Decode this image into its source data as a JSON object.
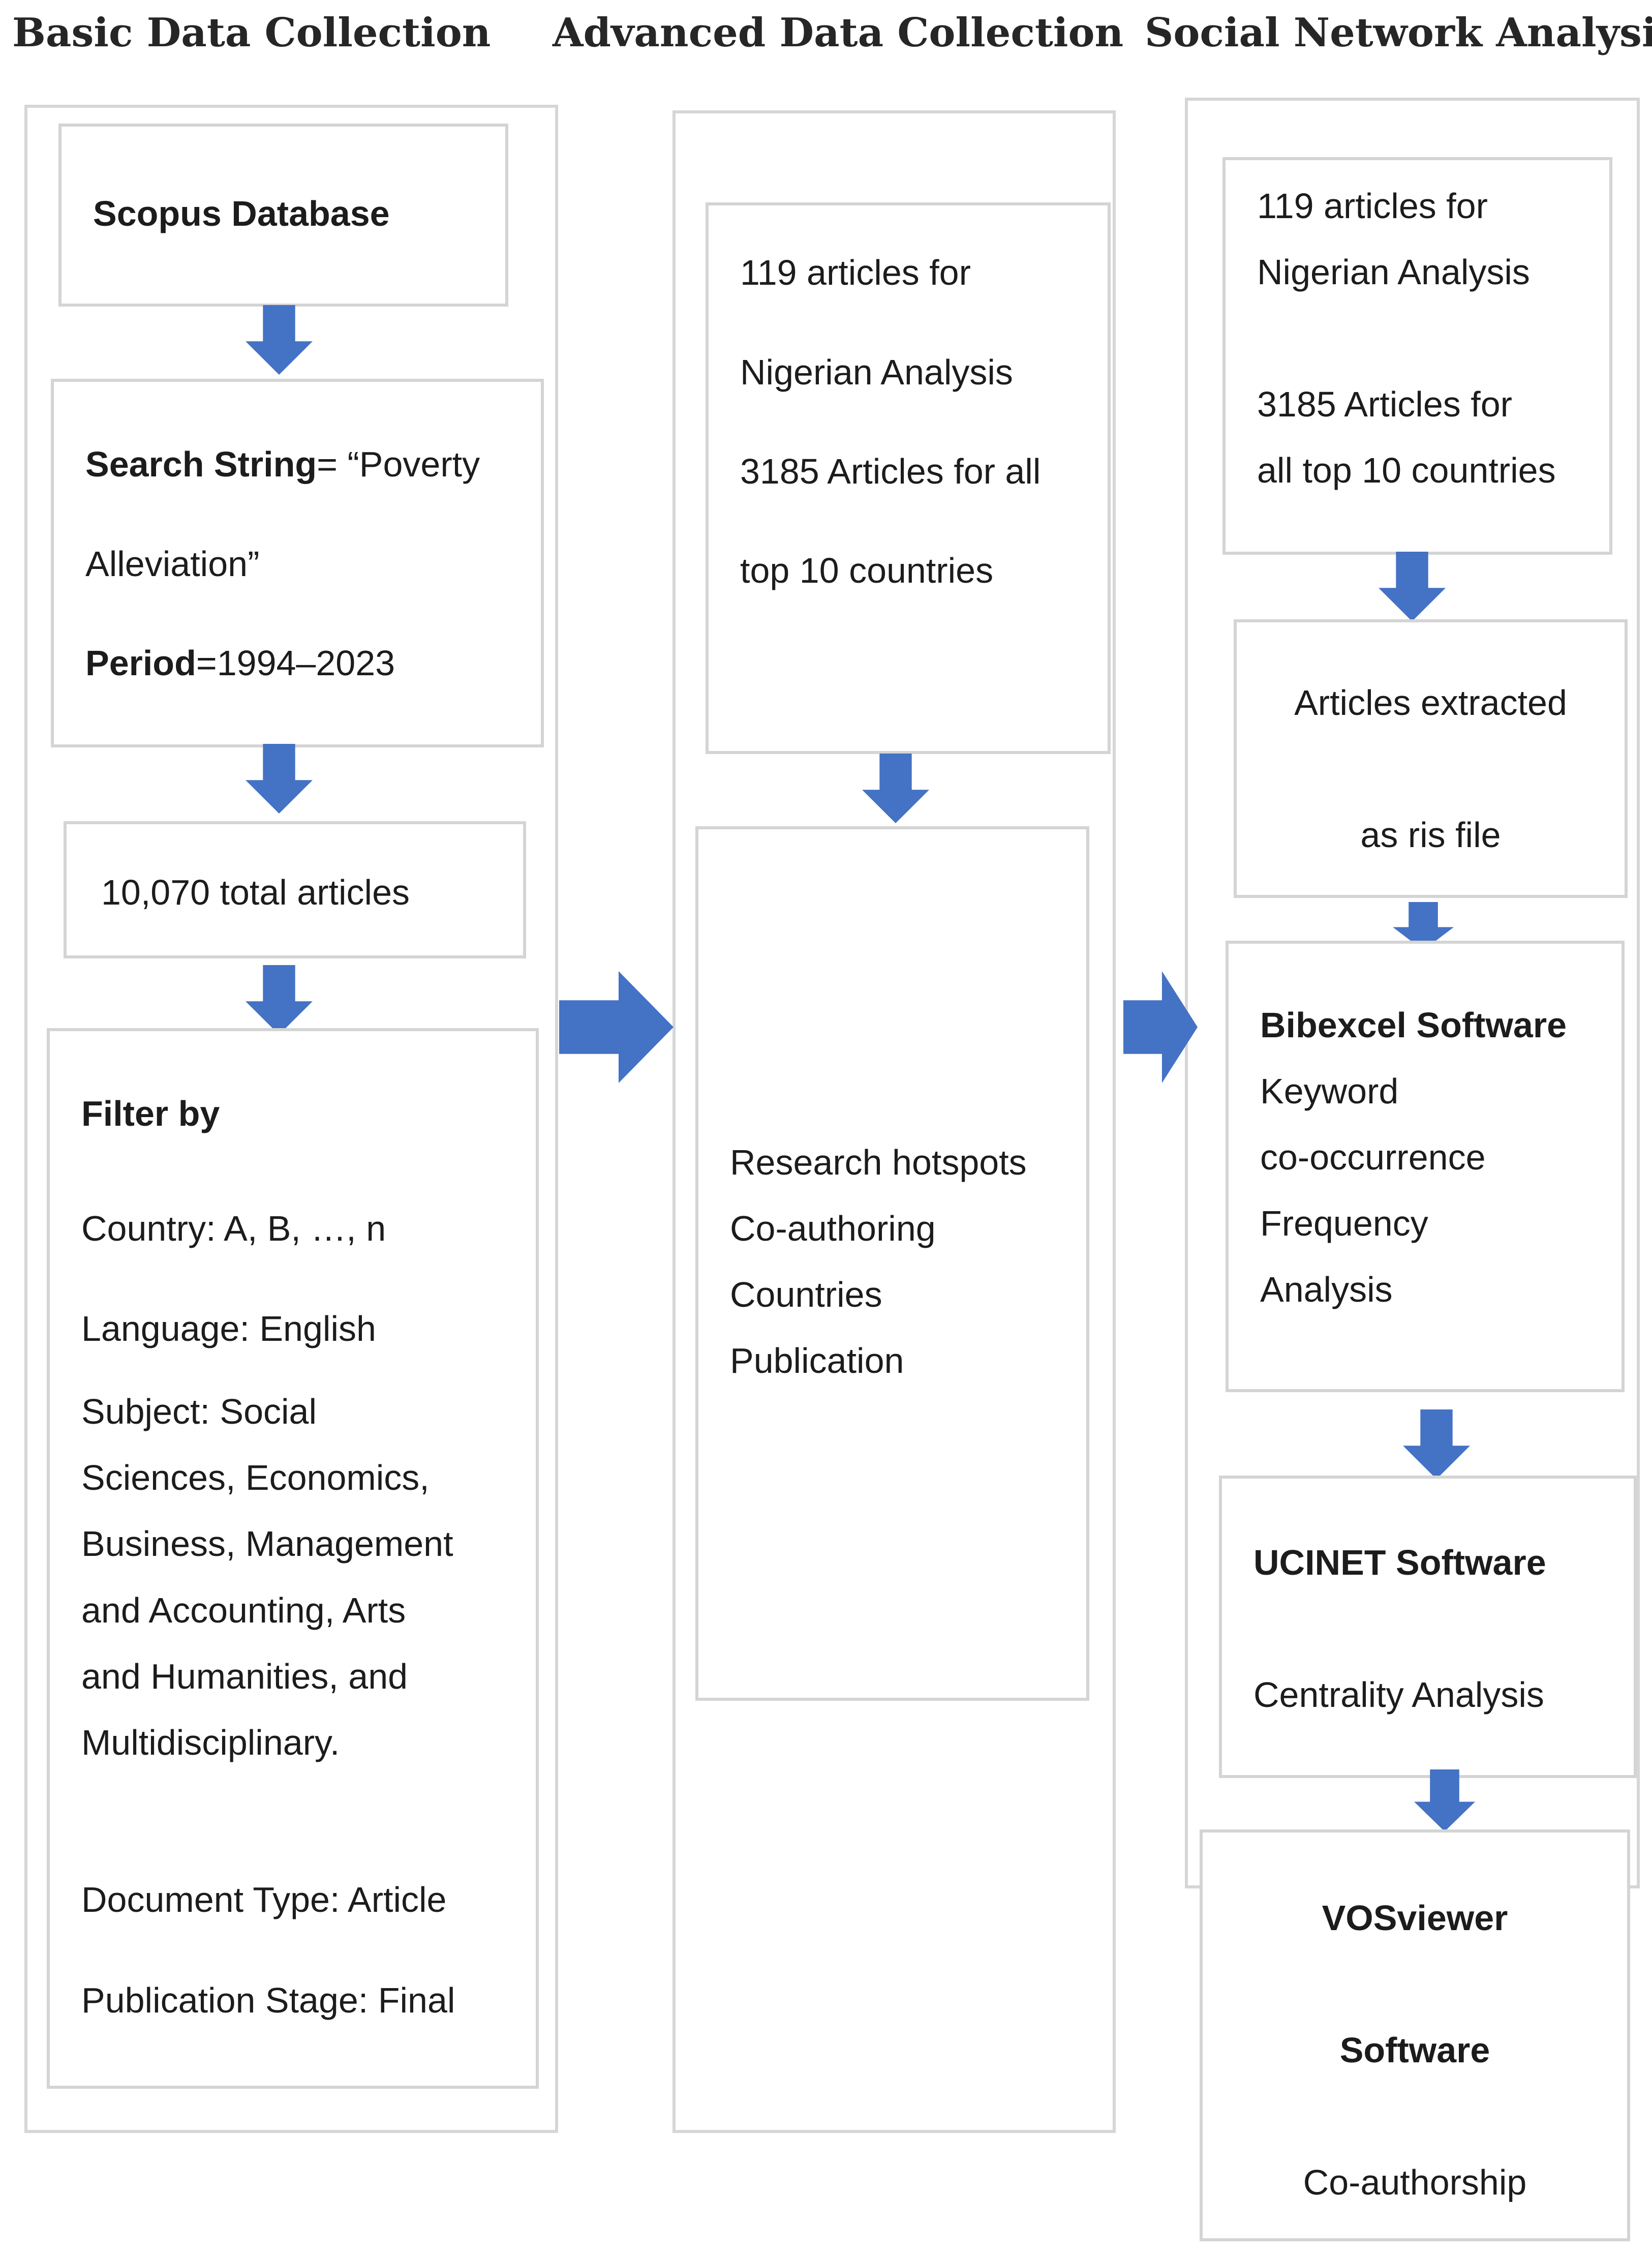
{
  "columns": {
    "basic": {
      "title": "Basic Data Collection"
    },
    "advanced": {
      "title": "Advanced Data Collection"
    },
    "sna": {
      "title": "Social Network Analysis"
    }
  },
  "basic": {
    "scopus": "Scopus Database",
    "search_label": "Search String",
    "search_value": "= “Poverty",
    "search_value_2": "Alleviation”",
    "period_label": "Period",
    "period_value": "=1994–2023",
    "total": "10,070 total articles",
    "filter_title": "Filter by",
    "country": "Country: A, B, …, n",
    "language": "Language: English",
    "subject_lines": [
      "Subject: Social",
      "Sciences, Economics,",
      "Business, Management",
      "and Accounting, Arts",
      "and Humanities, and",
      "Multidisciplinary."
    ],
    "doc_type": "Document Type: Article",
    "pub_stage": "Publication Stage: Final"
  },
  "advanced": {
    "counts_lines": [
      "119 articles for",
      "Nigerian Analysis",
      "3185 Articles for all",
      "top 10 countries"
    ],
    "outputs": [
      "Research hotspots",
      "Co-authoring",
      "Countries",
      "Publication"
    ]
  },
  "sna": {
    "counts_lines": [
      "119 articles for",
      "Nigerian Analysis",
      "3185 Articles for",
      "all top 10 countries"
    ],
    "extract_lines": [
      "Articles extracted",
      "as ris file"
    ],
    "bibexcel_title": "Bibexcel Software",
    "bibexcel_lines": [
      "Keyword",
      "co-occurrence",
      "Frequency",
      "Analysis"
    ],
    "ucinet_title": "UCINET Software",
    "ucinet_text": "Centrality Analysis",
    "vos_title_1": "VOSviewer",
    "vos_title_2": "Software",
    "vos_text": "Co-authorship"
  },
  "colors": {
    "arrow": "#4472C4",
    "border": "#d4d4d4"
  }
}
